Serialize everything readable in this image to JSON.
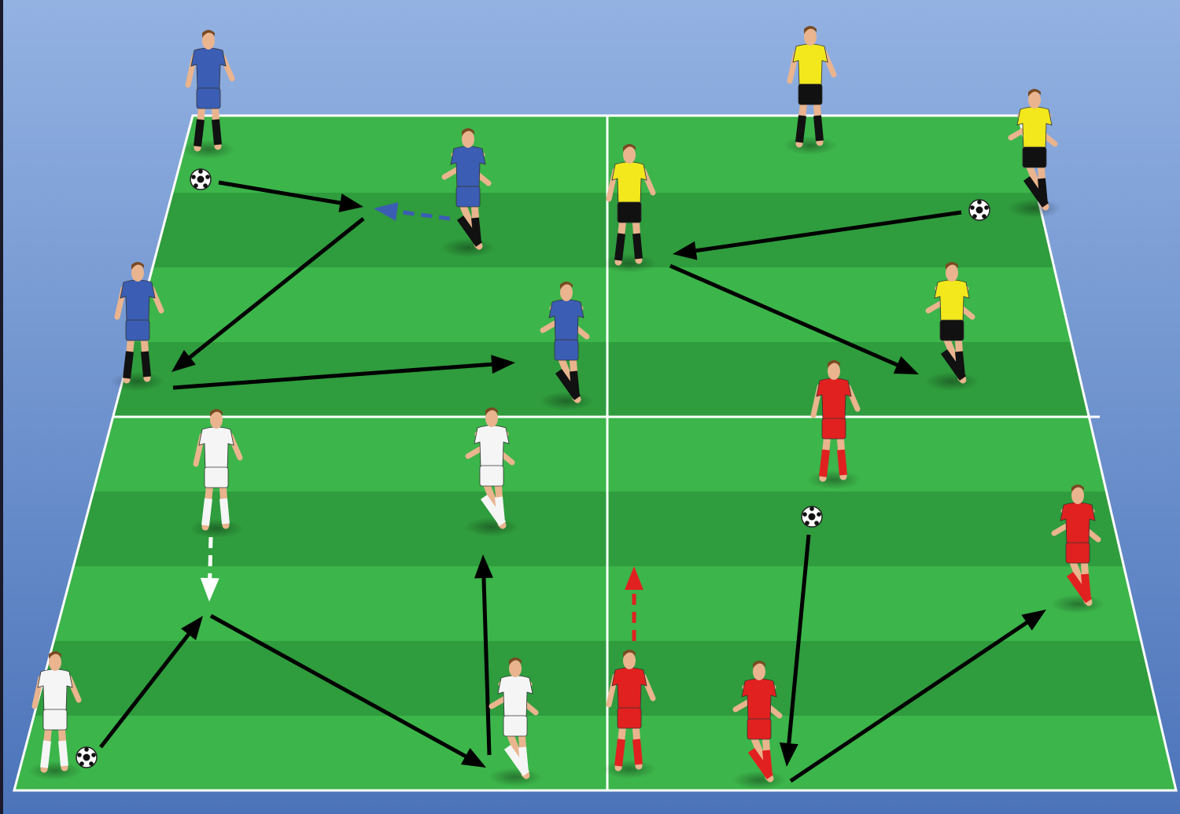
{
  "colors": {
    "sky_top": "#93b2e2",
    "sky_bottom": "#4c74ba",
    "pitch_light": "#3cb54a",
    "pitch_dark": "#2f9c3d",
    "lines": "#ffffff",
    "arrow": "#000000"
  },
  "teams": [
    {
      "name": "blue",
      "shirt": "#3b5db3",
      "shorts": "#3b5db3",
      "socks": "#111111"
    },
    {
      "name": "yellow",
      "shirt": "#f2e81c",
      "shorts": "#111111",
      "socks": "#111111"
    },
    {
      "name": "white",
      "shirt": "#f5f5f5",
      "shorts": "#f5f5f5",
      "socks": "#f5f5f5"
    },
    {
      "name": "red",
      "shirt": "#e1211f",
      "shorts": "#e1211f",
      "socks": "#e1211f"
    }
  ],
  "players_per_team": 4,
  "balls": 4,
  "pass_arrows": 10,
  "run_arrows": [
    {
      "team": "blue",
      "color": "#3b5db3"
    },
    {
      "team": "white",
      "color": "#ffffff"
    },
    {
      "team": "red",
      "color": "#e1211f"
    }
  ]
}
